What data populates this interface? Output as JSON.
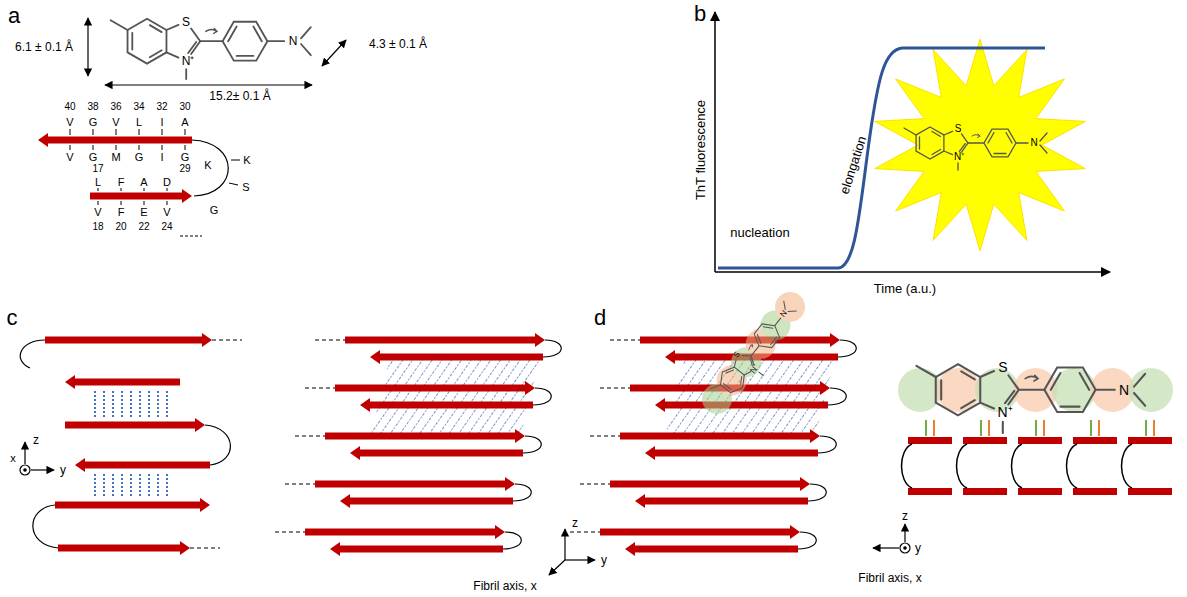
{
  "diagram": {
    "labels": [
      "a",
      "6.1 ± 0.1 Å",
      "15.2± 0.1 Å",
      "4.3 ± 0.1 Å",
      "S",
      "N⁺",
      "N",
      "40",
      "38",
      "36",
      "34",
      "32",
      "30",
      "V",
      "G",
      "V",
      "L",
      "I",
      "A",
      "V",
      "G",
      "M",
      "G",
      "I",
      "G",
      "17",
      "29",
      "K",
      "K",
      "S",
      "G",
      "L",
      "F",
      "A",
      "D",
      "V",
      "F",
      "E",
      "V",
      "18",
      "20",
      "22",
      "24",
      "b",
      "ThT fluorescence",
      "nucleation",
      "elongation",
      "Time (a.u.)",
      "S",
      "N⁺",
      "N",
      "c",
      "z",
      "y",
      "x",
      "z",
      "y",
      "Fibril axis, x",
      "d",
      "S",
      "N⁺",
      "N",
      "S",
      "N⁺",
      "N",
      "z",
      "y",
      "Fibril axis, x"
    ]
  }
}
